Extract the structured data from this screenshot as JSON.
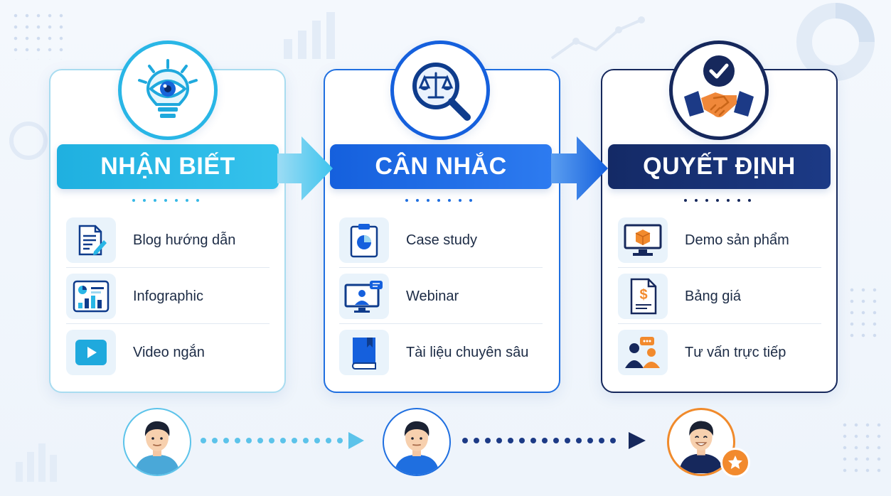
{
  "stages": [
    {
      "title": "NHẬN BIẾT",
      "items": [
        {
          "label": "Blog hướng dẫn",
          "icon": "document-pen-icon"
        },
        {
          "label": "Infographic",
          "icon": "infographic-icon"
        },
        {
          "label": "Video ngắn",
          "icon": "play-video-icon"
        }
      ],
      "badge_icon": "eye-lightbulb-icon",
      "color": "#29b6e6"
    },
    {
      "title": "CÂN NHẮC",
      "items": [
        {
          "label": "Case study",
          "icon": "clipboard-chart-icon"
        },
        {
          "label": "Webinar",
          "icon": "webinar-monitor-icon"
        },
        {
          "label": "Tài liệu chuyên sâu",
          "icon": "book-icon"
        }
      ],
      "badge_icon": "scale-magnifier-icon",
      "color": "#1560dd"
    },
    {
      "title": "QUYẾT ĐỊNH",
      "items": [
        {
          "label": "Demo sản phẩm",
          "icon": "monitor-box-icon"
        },
        {
          "label": "Bảng giá",
          "icon": "price-sheet-icon"
        },
        {
          "label": "Tư vấn trực tiếp",
          "icon": "consultation-icon"
        }
      ],
      "badge_icon": "handshake-check-icon",
      "color": "#16285c"
    }
  ],
  "journey": {
    "avatars": [
      "person-icon",
      "person-icon",
      "happy-person-icon"
    ],
    "star_icon": "star-icon",
    "accent": "#f28a2d"
  }
}
